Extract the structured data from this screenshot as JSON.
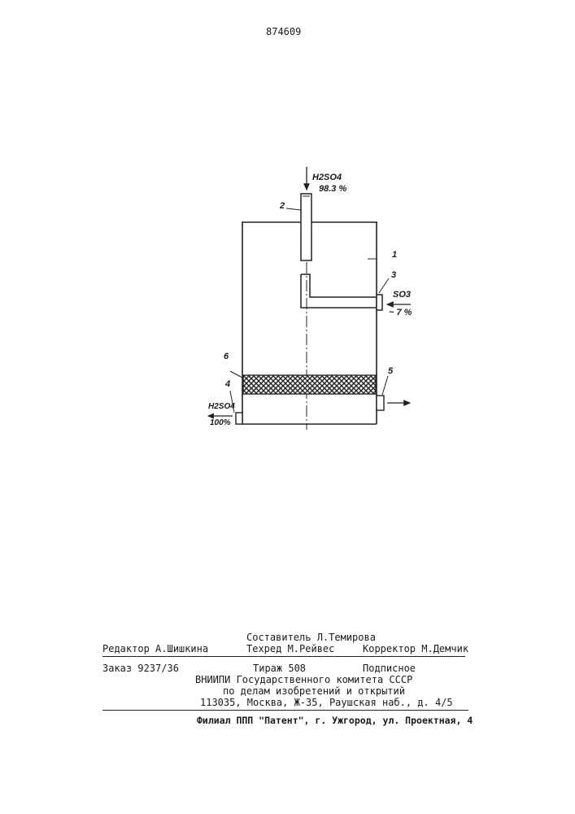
{
  "patent_number": "874609",
  "figure": {
    "labels": {
      "inlet_top": {
        "formula": "H2SO4",
        "concentration": "98.3 %"
      },
      "inlet_side": {
        "formula": "SO3",
        "concentration": "~ 7 %"
      },
      "outlet": {
        "formula": "H2SO4",
        "concentration": "100%"
      },
      "part_1": "1",
      "part_2": "2",
      "part_3": "3",
      "part_4": "4",
      "part_5": "5",
      "part_6": "6"
    }
  },
  "colophon": {
    "compiler": "Составитель Л.Темирова",
    "editor": "Редактор А.Шишкина",
    "techred": "Техред М.Рейвес",
    "corrector": "Корректор М.Демчик",
    "order": "Заказ 9237/36",
    "circulation": "Тираж 508",
    "subscription": "Подписное",
    "institute_1": "ВНИИПИ Государственного комитета СССР",
    "institute_2": "по делам изобретений и открытий",
    "address": "113035, Москва, Ж-35, Раушская наб., д. 4/5",
    "branch": "Филиал ППП \"Патент\", г. Ужгород, ул. Проектная, 4"
  }
}
